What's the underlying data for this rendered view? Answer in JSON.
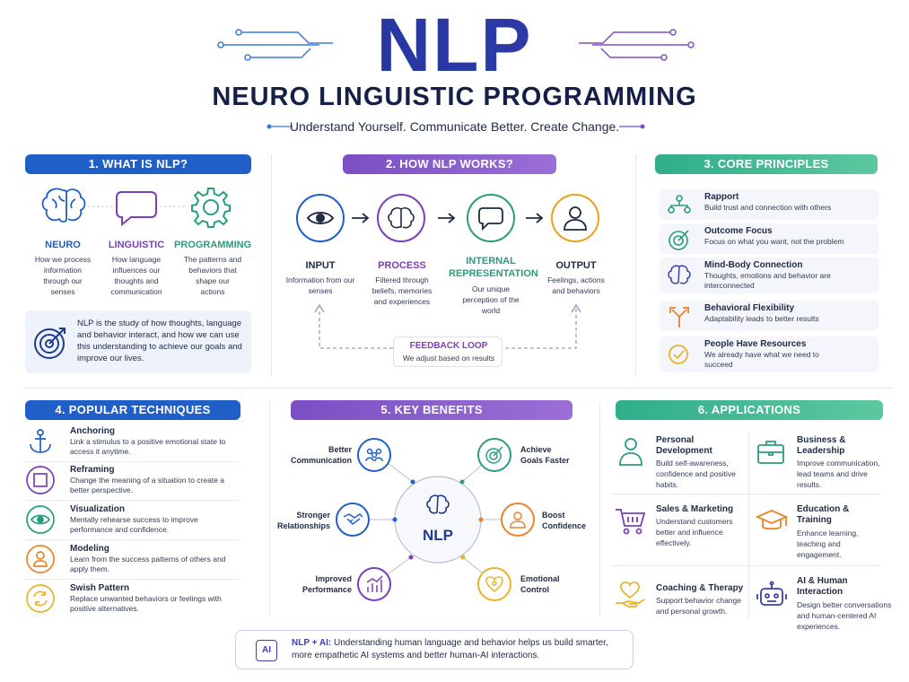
{
  "header": {
    "title": "NLP",
    "subtitle": "NEURO LINGUISTIC PROGRAMMING",
    "tagline": "Understand Yourself. Communicate Better. Create Change."
  },
  "section1": {
    "heading": "1. WHAT IS NLP?",
    "items": [
      {
        "label": "NEURO",
        "text": "How we process information through our senses",
        "color": "#1f5fc7",
        "icon": "brain-icon"
      },
      {
        "label": "LINGUISTIC",
        "text": "How language influences our thoughts and communication",
        "color": "#7b3fb8",
        "icon": "speech-bubble-icon"
      },
      {
        "label": "PROGRAMMING",
        "text": "The patterns and behaviors that shape our actions",
        "color": "#2a9d7c",
        "icon": "gear-icon"
      }
    ],
    "definition": "NLP is the study of how thoughts, language and behavior interact, and how we can use this understanding to achieve our goals and improve our lives."
  },
  "section2": {
    "heading": "2. HOW NLP WORKS?",
    "steps": [
      {
        "label": "INPUT",
        "text": "Information from our senses",
        "color": "#1f5fc7",
        "icon": "eye-icon"
      },
      {
        "label": "PROCESS",
        "text": "Filtered through beliefs, memories and experiences",
        "color": "#7b3fb8",
        "icon": "brain-icon"
      },
      {
        "label": "INTERNAL REPRESENTATION",
        "text": "Our unique perception of the world",
        "color": "#2a9d7c",
        "icon": "speech-bubble-icon"
      },
      {
        "label": "OUTPUT",
        "text": "Feelings, actions and behaviors",
        "color": "#e8a21f",
        "icon": "person-icon"
      }
    ],
    "feedback_title": "FEEDBACK LOOP",
    "feedback_text": "We adjust based on results"
  },
  "section3": {
    "heading": "3. CORE PRINCIPLES",
    "items": [
      {
        "title": "Rapport",
        "text": "Build trust and connection with others",
        "color": "#2a9d7c",
        "icon": "network-icon"
      },
      {
        "title": "Outcome Focus",
        "text": "Focus on what you want, not the problem",
        "color": "#2a9d7c",
        "icon": "target-icon"
      },
      {
        "title": "Mind-Body Connection",
        "text": "Thoughts, emotions and behavior are interconnected",
        "color": "#3b3fb0",
        "icon": "brain-icon"
      },
      {
        "title": "Behavioral Flexibility",
        "text": "Adaptability leads to better results",
        "color": "#e8842a",
        "icon": "arrows-icon"
      },
      {
        "title": "People Have Resources",
        "text": "We already have what we need to succeed",
        "color": "#e8b42a",
        "icon": "check-icon"
      }
    ]
  },
  "section4": {
    "heading": "4. POPULAR TECHNIQUES",
    "items": [
      {
        "title": "Anchoring",
        "text": "Link a stimulus to a positive emotional state to access it anytime.",
        "color": "#1f5fc7",
        "icon": "anchor-icon"
      },
      {
        "title": "Reframing",
        "text": "Change the meaning of a situation to create a better perspective.",
        "color": "#7b3fb8",
        "icon": "frame-icon"
      },
      {
        "title": "Visualization",
        "text": "Mentally rehearse success to improve performance and confidence.",
        "color": "#2a9d7c",
        "icon": "eye-icon"
      },
      {
        "title": "Modeling",
        "text": "Learn from the success patterns of others and apply them.",
        "color": "#e8842a",
        "icon": "person-icon"
      },
      {
        "title": "Swish Pattern",
        "text": "Replace unwanted behaviors or feelings with positive alternatives.",
        "color": "#e8b42a",
        "icon": "refresh-icon"
      }
    ]
  },
  "section5": {
    "heading": "5. KEY BENEFITS",
    "center": "NLP",
    "items": [
      {
        "label": "Better Communication",
        "color": "#1f5fc7",
        "icon": "people-icon"
      },
      {
        "label": "Achieve Goals Faster",
        "color": "#2a9d7c",
        "icon": "target-icon"
      },
      {
        "label": "Stronger Relationships",
        "color": "#1f5fc7",
        "icon": "handshake-icon"
      },
      {
        "label": "Boost Confidence",
        "color": "#e8842a",
        "icon": "person-icon"
      },
      {
        "label": "Improved Performance",
        "color": "#7b3fb8",
        "icon": "chart-icon"
      },
      {
        "label": "Emotional Control",
        "color": "#e8b42a",
        "icon": "heart-icon"
      }
    ]
  },
  "section6": {
    "heading": "6. APPLICATIONS",
    "items": [
      {
        "title": "Personal Development",
        "text": "Build self-awareness, confidence and positive habits.",
        "color": "#2a9d7c",
        "icon": "person-icon"
      },
      {
        "title": "Business & Leadership",
        "text": "Improve communication, lead teams and drive results.",
        "color": "#2a9d7c",
        "icon": "briefcase-icon"
      },
      {
        "title": "Sales & Marketing",
        "text": "Understand customers better and influence effectively.",
        "color": "#7b3fb8",
        "icon": "cart-icon"
      },
      {
        "title": "Education & Training",
        "text": "Enhance learning, teaching and engagement.",
        "color": "#e8842a",
        "icon": "graduation-cap-icon"
      },
      {
        "title": "Coaching & Therapy",
        "text": "Support behavior change and personal growth.",
        "color": "#e8b42a",
        "icon": "heart-hand-icon"
      },
      {
        "title": "AI & Human Interaction",
        "text": "Design better conversations and human-centered AI experiences.",
        "color": "#3b3fb0",
        "icon": "robot-icon"
      }
    ]
  },
  "footer": {
    "badge": "AI",
    "lead": "NLP + AI:",
    "text": "Understanding human language and behavior helps us build smarter, more empathetic AI systems and better human-AI interactions."
  }
}
